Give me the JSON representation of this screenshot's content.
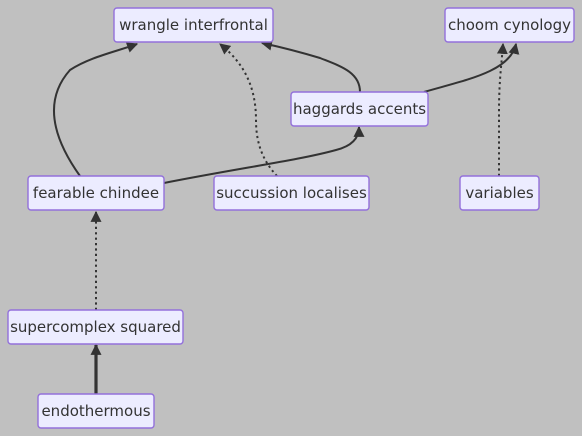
{
  "nodes": {
    "wrangle_interfrontal": "wrangle interfrontal",
    "choom_cynology": "choom cynology",
    "haggards_accents": "haggards accents",
    "fearable_chindee": "fearable chindee",
    "succussion_localises": "succussion localises",
    "variables": "variables",
    "supercomplex_squared": "supercomplex squared",
    "endothermous": "endothermous"
  },
  "edges": [
    {
      "from": "fearable_chindee",
      "to": "wrangle_interfrontal",
      "style": "solid"
    },
    {
      "from": "succussion_localises",
      "to": "wrangle_interfrontal",
      "style": "dotted"
    },
    {
      "from": "haggards_accents",
      "to": "wrangle_interfrontal",
      "style": "solid"
    },
    {
      "from": "haggards_accents",
      "to": "choom_cynology",
      "style": "solid"
    },
    {
      "from": "variables",
      "to": "choom_cynology",
      "style": "dotted"
    },
    {
      "from": "fearable_chindee",
      "to": "haggards_accents",
      "style": "solid"
    },
    {
      "from": "supercomplex_squared",
      "to": "fearable_chindee",
      "style": "dotted"
    },
    {
      "from": "endothermous",
      "to": "supercomplex_squared",
      "style": "thick"
    }
  ],
  "colors": {
    "background": "#c0c0c0",
    "node_fill": "#ececff",
    "node_border": "#9370db",
    "edge": "#333333",
    "text": "#333333"
  }
}
